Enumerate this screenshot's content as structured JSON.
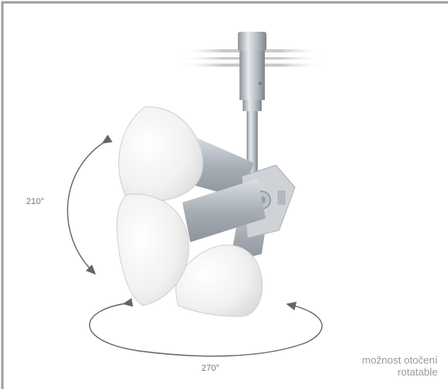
{
  "labels": {
    "vertical_angle": "210°",
    "horizontal_angle": "270°",
    "caption_line1": "možnost otočení",
    "caption_line2": "rotatable"
  },
  "colors": {
    "border": "#9e9e9e",
    "arrow": "#666666",
    "metal": "#bcc2c9",
    "shade": "#f4f4f4"
  },
  "icons": {
    "vertical_rotation": "curved-double-arrow-icon",
    "horizontal_rotation": "elliptical-rotation-arrow-icon"
  }
}
